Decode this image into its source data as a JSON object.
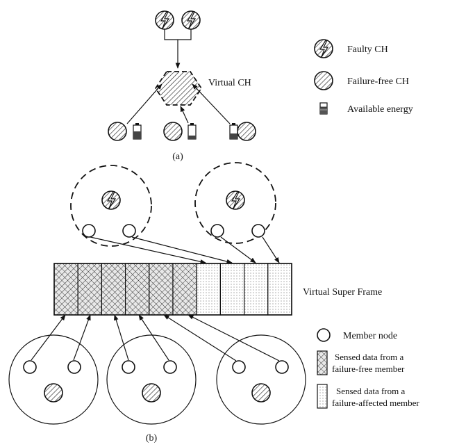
{
  "panel_a": {
    "caption": "(a)",
    "virtual_ch_label": "Virtual CH",
    "legend": {
      "faulty_ch": "Faulty CH",
      "failure_free_ch": "Failure-free CH",
      "available_energy": "Available energy"
    },
    "battery_levels": [
      0.55,
      0.25,
      0.4
    ]
  },
  "panel_b": {
    "caption": "(b)",
    "frame_label": "Virtual Super Frame",
    "frame_slots": {
      "failure_free": 6,
      "failure_affected": 4
    },
    "legend": {
      "member_node": "Member node",
      "sensed_free_line1": "Sensed data from a",
      "sensed_free_line2": "failure-free member",
      "sensed_affected_line1": "Sensed data from a",
      "sensed_affected_line2": "failure-affected member"
    }
  }
}
